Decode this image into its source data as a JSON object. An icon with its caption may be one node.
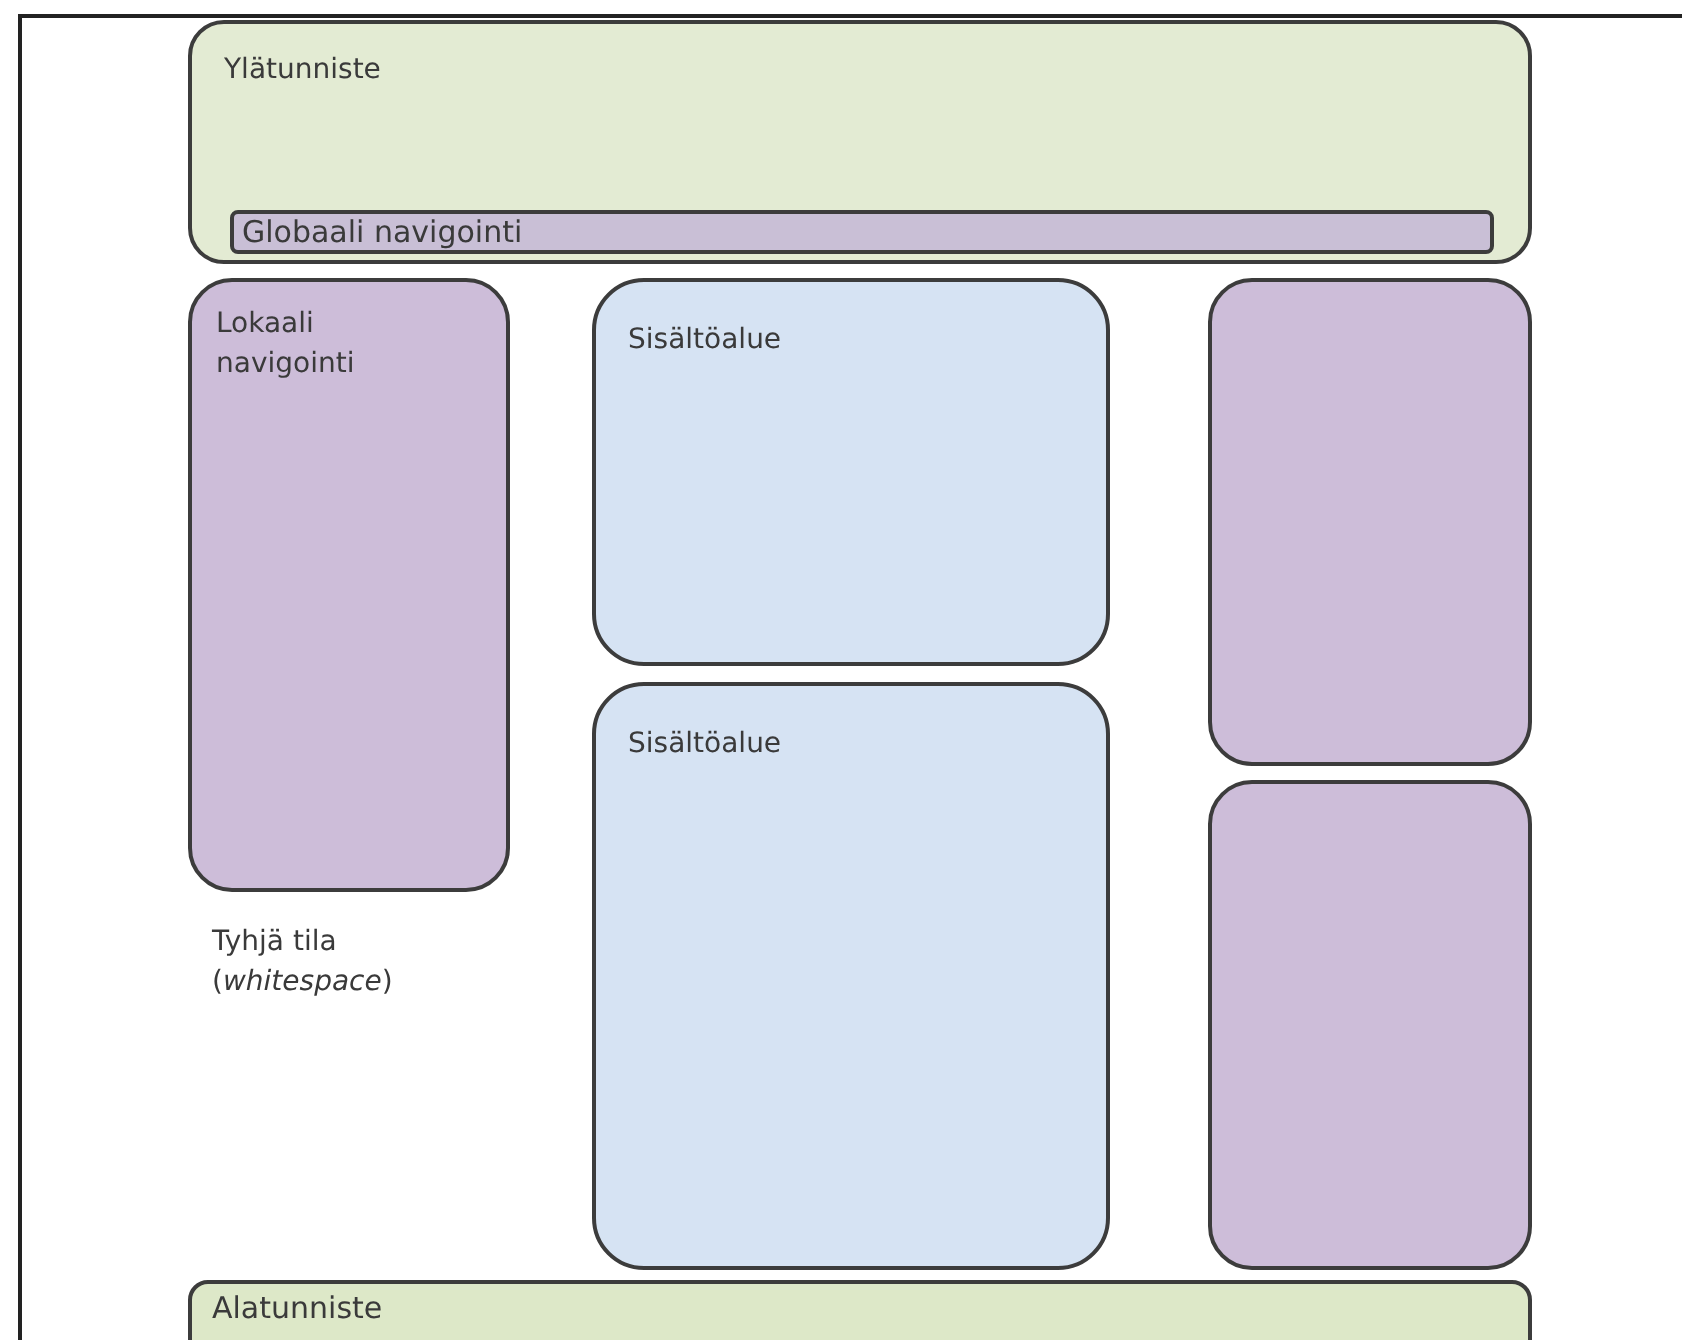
{
  "diagram": {
    "nodes": [
      {
        "text": [
          "Ylätunniste"
        ]
      },
      {
        "text": [
          "Globaali navigointi"
        ],
        "in": 0
      },
      {
        "text": [
          "Lokaali navigointi"
        ]
      },
      {
        "text": [
          "Sisältöalue"
        ]
      },
      {
        "text": [
          "Sisältöalue"
        ]
      },
      {
        "text": [],
        "shape": "box"
      },
      {
        "text": [],
        "shape": "box"
      },
      {
        "text": [
          "Alatunniste"
        ]
      }
    ],
    "edges": [],
    "labels": [
      "Tyhjä tila (*whitespace*)"
    ]
  }
}
